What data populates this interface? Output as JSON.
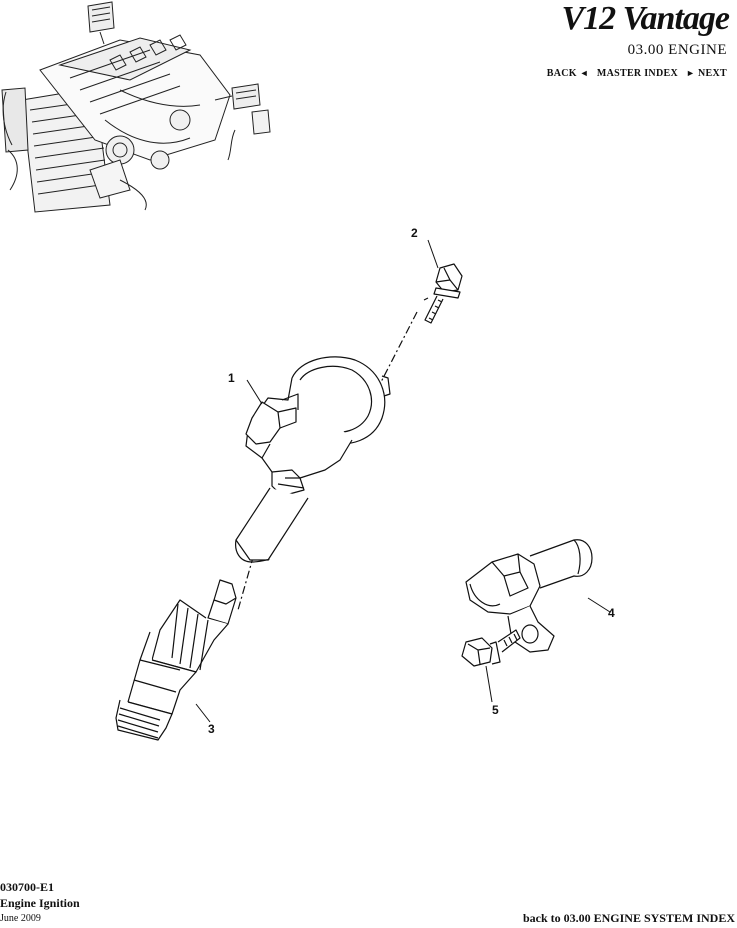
{
  "header": {
    "brand": "V12 Vantage",
    "section": "03.00 ENGINE",
    "nav": {
      "back": "BACK",
      "master_index": "MASTER INDEX",
      "next": "NEXT",
      "back_arrow": "◄",
      "next_arrow": "►"
    }
  },
  "callouts": {
    "c1": "1",
    "c2": "2",
    "c3": "3",
    "c4": "4",
    "c5": "5"
  },
  "footer": {
    "code": "030700-E1",
    "title": "Engine Ignition",
    "date": "June 2009",
    "back_link": "back to 03.00 ENGINE SYSTEM INDEX"
  }
}
